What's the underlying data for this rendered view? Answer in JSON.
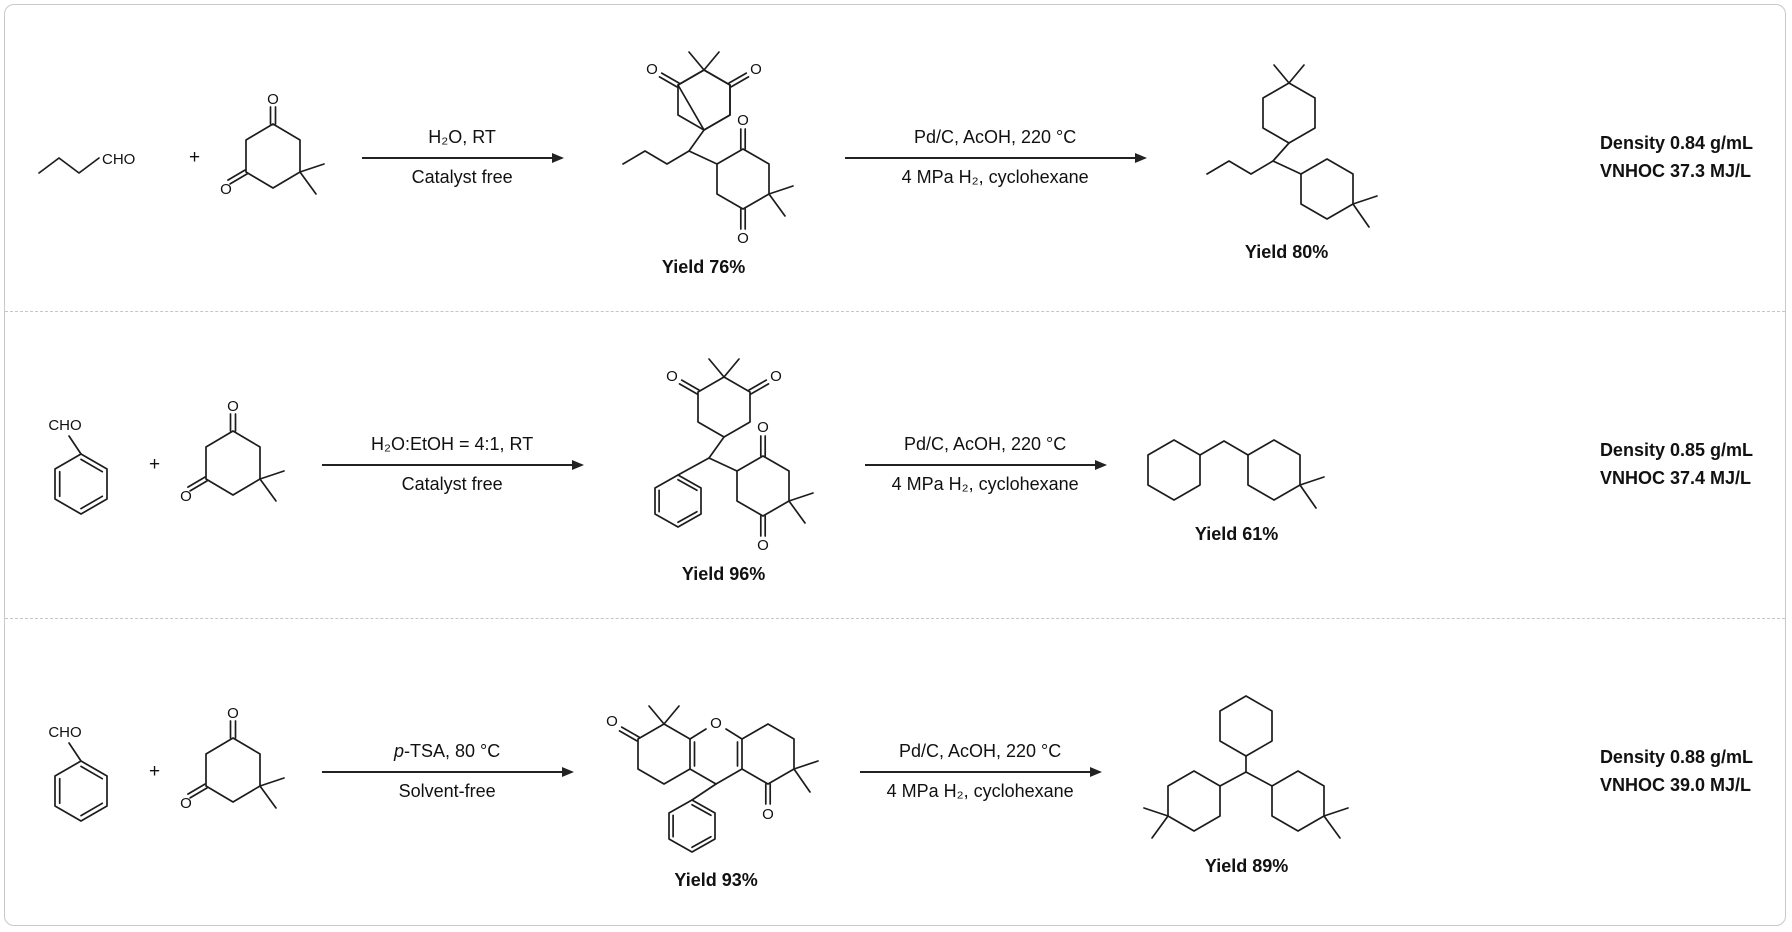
{
  "labels": {
    "O": "O",
    "CHO": "CHO",
    "plus": "+"
  },
  "rows": [
    {
      "step1": {
        "above_italic": "",
        "above": "H₂O, RT",
        "below": "Catalyst free"
      },
      "intermediate_yield": "Yield 76%",
      "step2": {
        "above": "Pd/C, AcOH, 220 °C",
        "below": "4 MPa H₂, cyclohexane"
      },
      "product_yield": "Yield 80%",
      "density": "Density 0.84 g/mL",
      "vnhoc": "VNHOC 37.3 MJ/L"
    },
    {
      "step1": {
        "above_italic": "",
        "above": "H₂O:EtOH = 4:1, RT",
        "below": "Catalyst free"
      },
      "intermediate_yield": "Yield 96%",
      "step2": {
        "above": "Pd/C, AcOH, 220 °C",
        "below": "4 MPa H₂, cyclohexane"
      },
      "product_yield": "Yield 61%",
      "density": "Density 0.85 g/mL",
      "vnhoc": "VNHOC 37.4 MJ/L"
    },
    {
      "step1": {
        "above_italic": "p",
        "above": "-TSA, 80 °C",
        "below": "Solvent-free"
      },
      "intermediate_yield": "Yield 93%",
      "step2": {
        "above": "Pd/C, AcOH, 220 °C",
        "below": "4 MPa H₂, cyclohexane"
      },
      "product_yield": "Yield 89%",
      "density": "Density 0.88 g/mL",
      "vnhoc": "VNHOC 39.0 MJ/L"
    }
  ]
}
